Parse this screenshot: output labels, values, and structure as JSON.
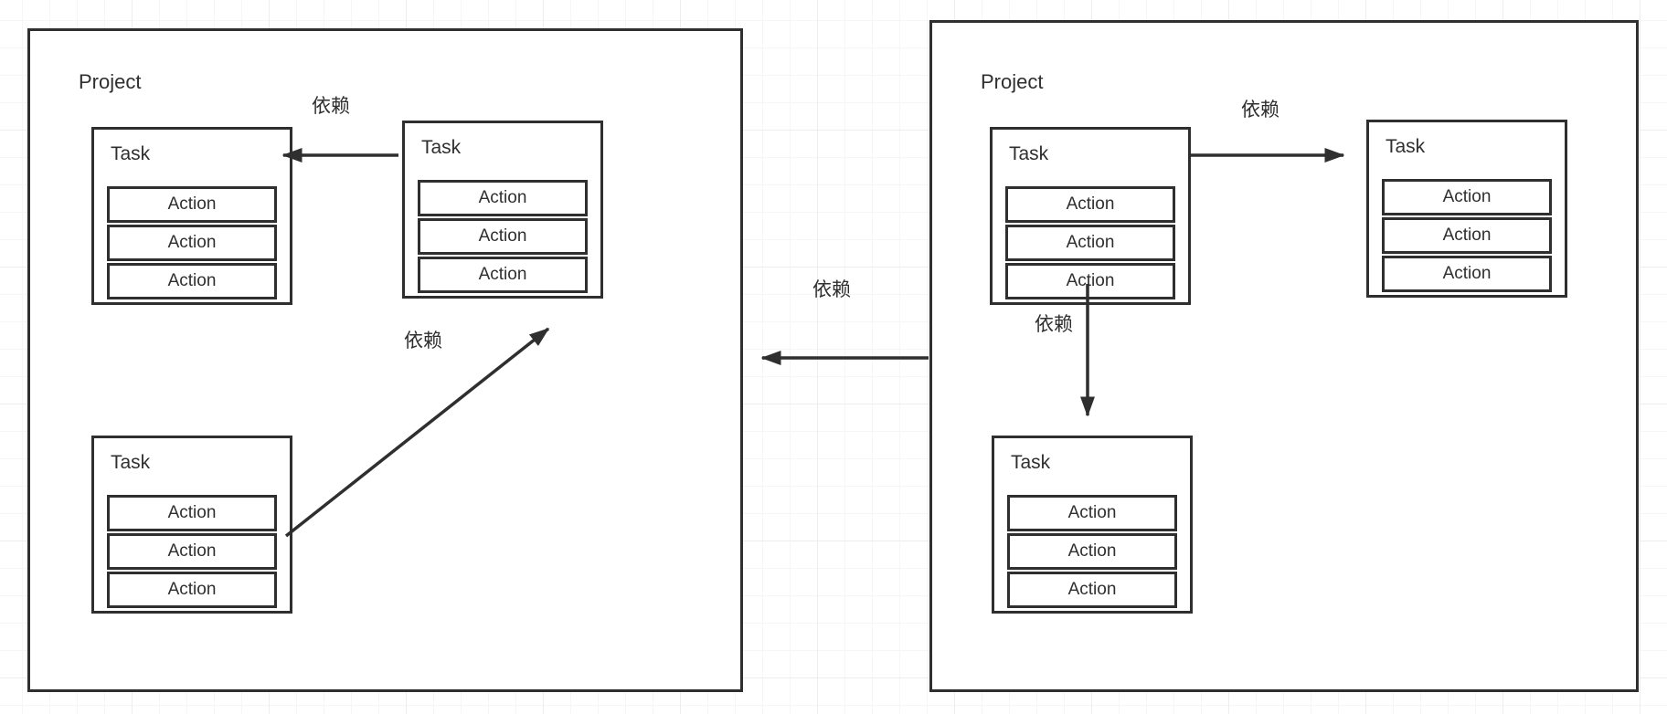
{
  "diagram": {
    "title": "Project Task Dependency Diagram",
    "colors": {
      "stroke": "#2f2f2f",
      "background": "#ffffff",
      "grid_minor": "#f6f6f6",
      "grid_major": "#ededed"
    },
    "labels": {
      "project": "Project",
      "task": "Task",
      "action": "Action",
      "dependency": "依赖"
    }
  },
  "projects": [
    {
      "id": "project-left",
      "label": "Project",
      "tasks": [
        {
          "id": "task-left-top",
          "label": "Task",
          "actions": [
            "Action",
            "Action",
            "Action"
          ]
        },
        {
          "id": "task-left-middle",
          "label": "Task",
          "actions": [
            "Action",
            "Action",
            "Action"
          ]
        },
        {
          "id": "task-left-bottom",
          "label": "Task",
          "actions": [
            "Action",
            "Action",
            "Action"
          ]
        }
      ]
    },
    {
      "id": "project-right",
      "label": "Project",
      "tasks": [
        {
          "id": "task-right-top-left",
          "label": "Task",
          "actions": [
            "Action",
            "Action",
            "Action"
          ]
        },
        {
          "id": "task-right-top-right",
          "label": "Task",
          "actions": [
            "Action",
            "Action",
            "Action"
          ]
        },
        {
          "id": "task-right-bottom",
          "label": "Task",
          "actions": [
            "Action",
            "Action",
            "Action"
          ]
        }
      ]
    }
  ],
  "edges": [
    {
      "id": "edge-left-internal-horizontal",
      "label": "依赖",
      "from": "task-left-middle",
      "to": "task-left-top",
      "direction": "left"
    },
    {
      "id": "edge-left-internal-diagonal",
      "label": "依赖",
      "from": "task-left-bottom",
      "to": "task-left-middle",
      "direction": "up-right"
    },
    {
      "id": "edge-cross-project",
      "label": "依赖",
      "from": "project-right",
      "to": "project-left",
      "direction": "left"
    },
    {
      "id": "edge-right-internal-horizontal",
      "label": "依赖",
      "from": "task-right-top-left",
      "to": "task-right-top-right",
      "direction": "right"
    },
    {
      "id": "edge-right-internal-vertical",
      "label": "依赖",
      "from": "task-right-top-left",
      "to": "task-right-bottom",
      "direction": "down"
    }
  ]
}
